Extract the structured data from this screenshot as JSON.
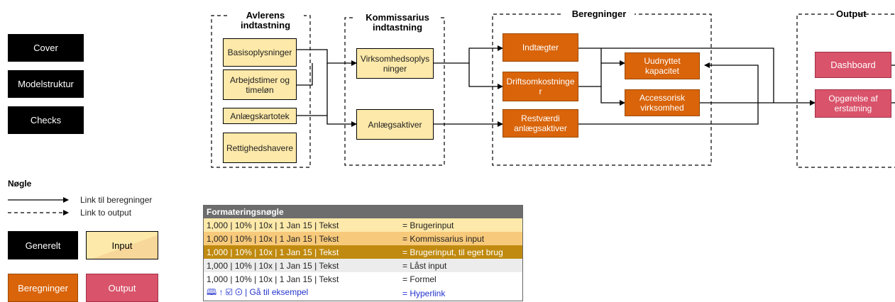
{
  "nav": {
    "cover": "Cover",
    "modelstruktur": "Modelstruktur",
    "checks": "Checks"
  },
  "groups": {
    "avlerens": "Avlerens indtastning",
    "kommissarius": "Kommissarius indtastning",
    "beregninger": "Beregninger",
    "output": "Output"
  },
  "inputs": {
    "basis": "Basisoplysninger",
    "arbejdstimer": "Arbejdstimer og timeløn",
    "anlaeg": "Anlægskartotek",
    "rettigheder": "Rettighedshavere"
  },
  "kommissarius_inputs": {
    "virksomhed": "Virksomhedsoplysninger",
    "anlaegsaktiver": "Anlægsaktiver"
  },
  "calc": {
    "indtaegter": "Indtægter",
    "drift": "Driftsomkostninger",
    "restvaerdi": "Restværdi anlægsaktiver",
    "uudnyttet": "Uudnyttet kapacitet",
    "accessorisk": "Accessorisk virksomhed"
  },
  "outputs": {
    "dashboard": "Dashboard",
    "opgoerelse": "Opgørelse af erstatning"
  },
  "key": {
    "title": "Nøgle",
    "link_beregninger": "Link til beregninger",
    "link_output": "Link to output",
    "generelt": "Generelt",
    "input": "Input",
    "beregninger": "Beregninger",
    "output": "Output"
  },
  "colors": {
    "input_fill": "#fde9a9",
    "calc_fill": "#d9640a",
    "output_fill": "#d9536b",
    "nav_fill": "#000000"
  },
  "format_key": {
    "title": "Formateringsnøgle",
    "rows": [
      {
        "sample": "1,000 | 10% | 10x | 1 Jan 15 | Tekst",
        "meaning": "= Brugerinput",
        "bg": "#fde9a9",
        "color": "#222222"
      },
      {
        "sample": "1,000 | 10% | 10x | 1 Jan 15 | Tekst",
        "meaning": "= Kommissarius input",
        "bg": "#f7c97a",
        "color": "#222222"
      },
      {
        "sample": "1,000 | 10% | 10x | 1 Jan 15 | Tekst",
        "meaning": "= Brugerinput, til eget brug",
        "bg": "#bf8a0f",
        "color": "#ffffff"
      },
      {
        "sample": "1,000 | 10% | 10x | 1 Jan 15 | Tekst",
        "meaning": "= Låst input",
        "bg": "#ececec",
        "color": "#222222"
      },
      {
        "sample": "1,000 | 10% | 10x | 1 Jan 15 | Tekst",
        "meaning": "= Formel",
        "bg": "#ffffff",
        "color": "#222222"
      },
      {
        "sample": "🕮 ↑ ☑ ⊙ | Gå til eksempel",
        "meaning": "= Hyperlink",
        "bg": "#ffffff",
        "color": "#2233cc"
      }
    ]
  }
}
